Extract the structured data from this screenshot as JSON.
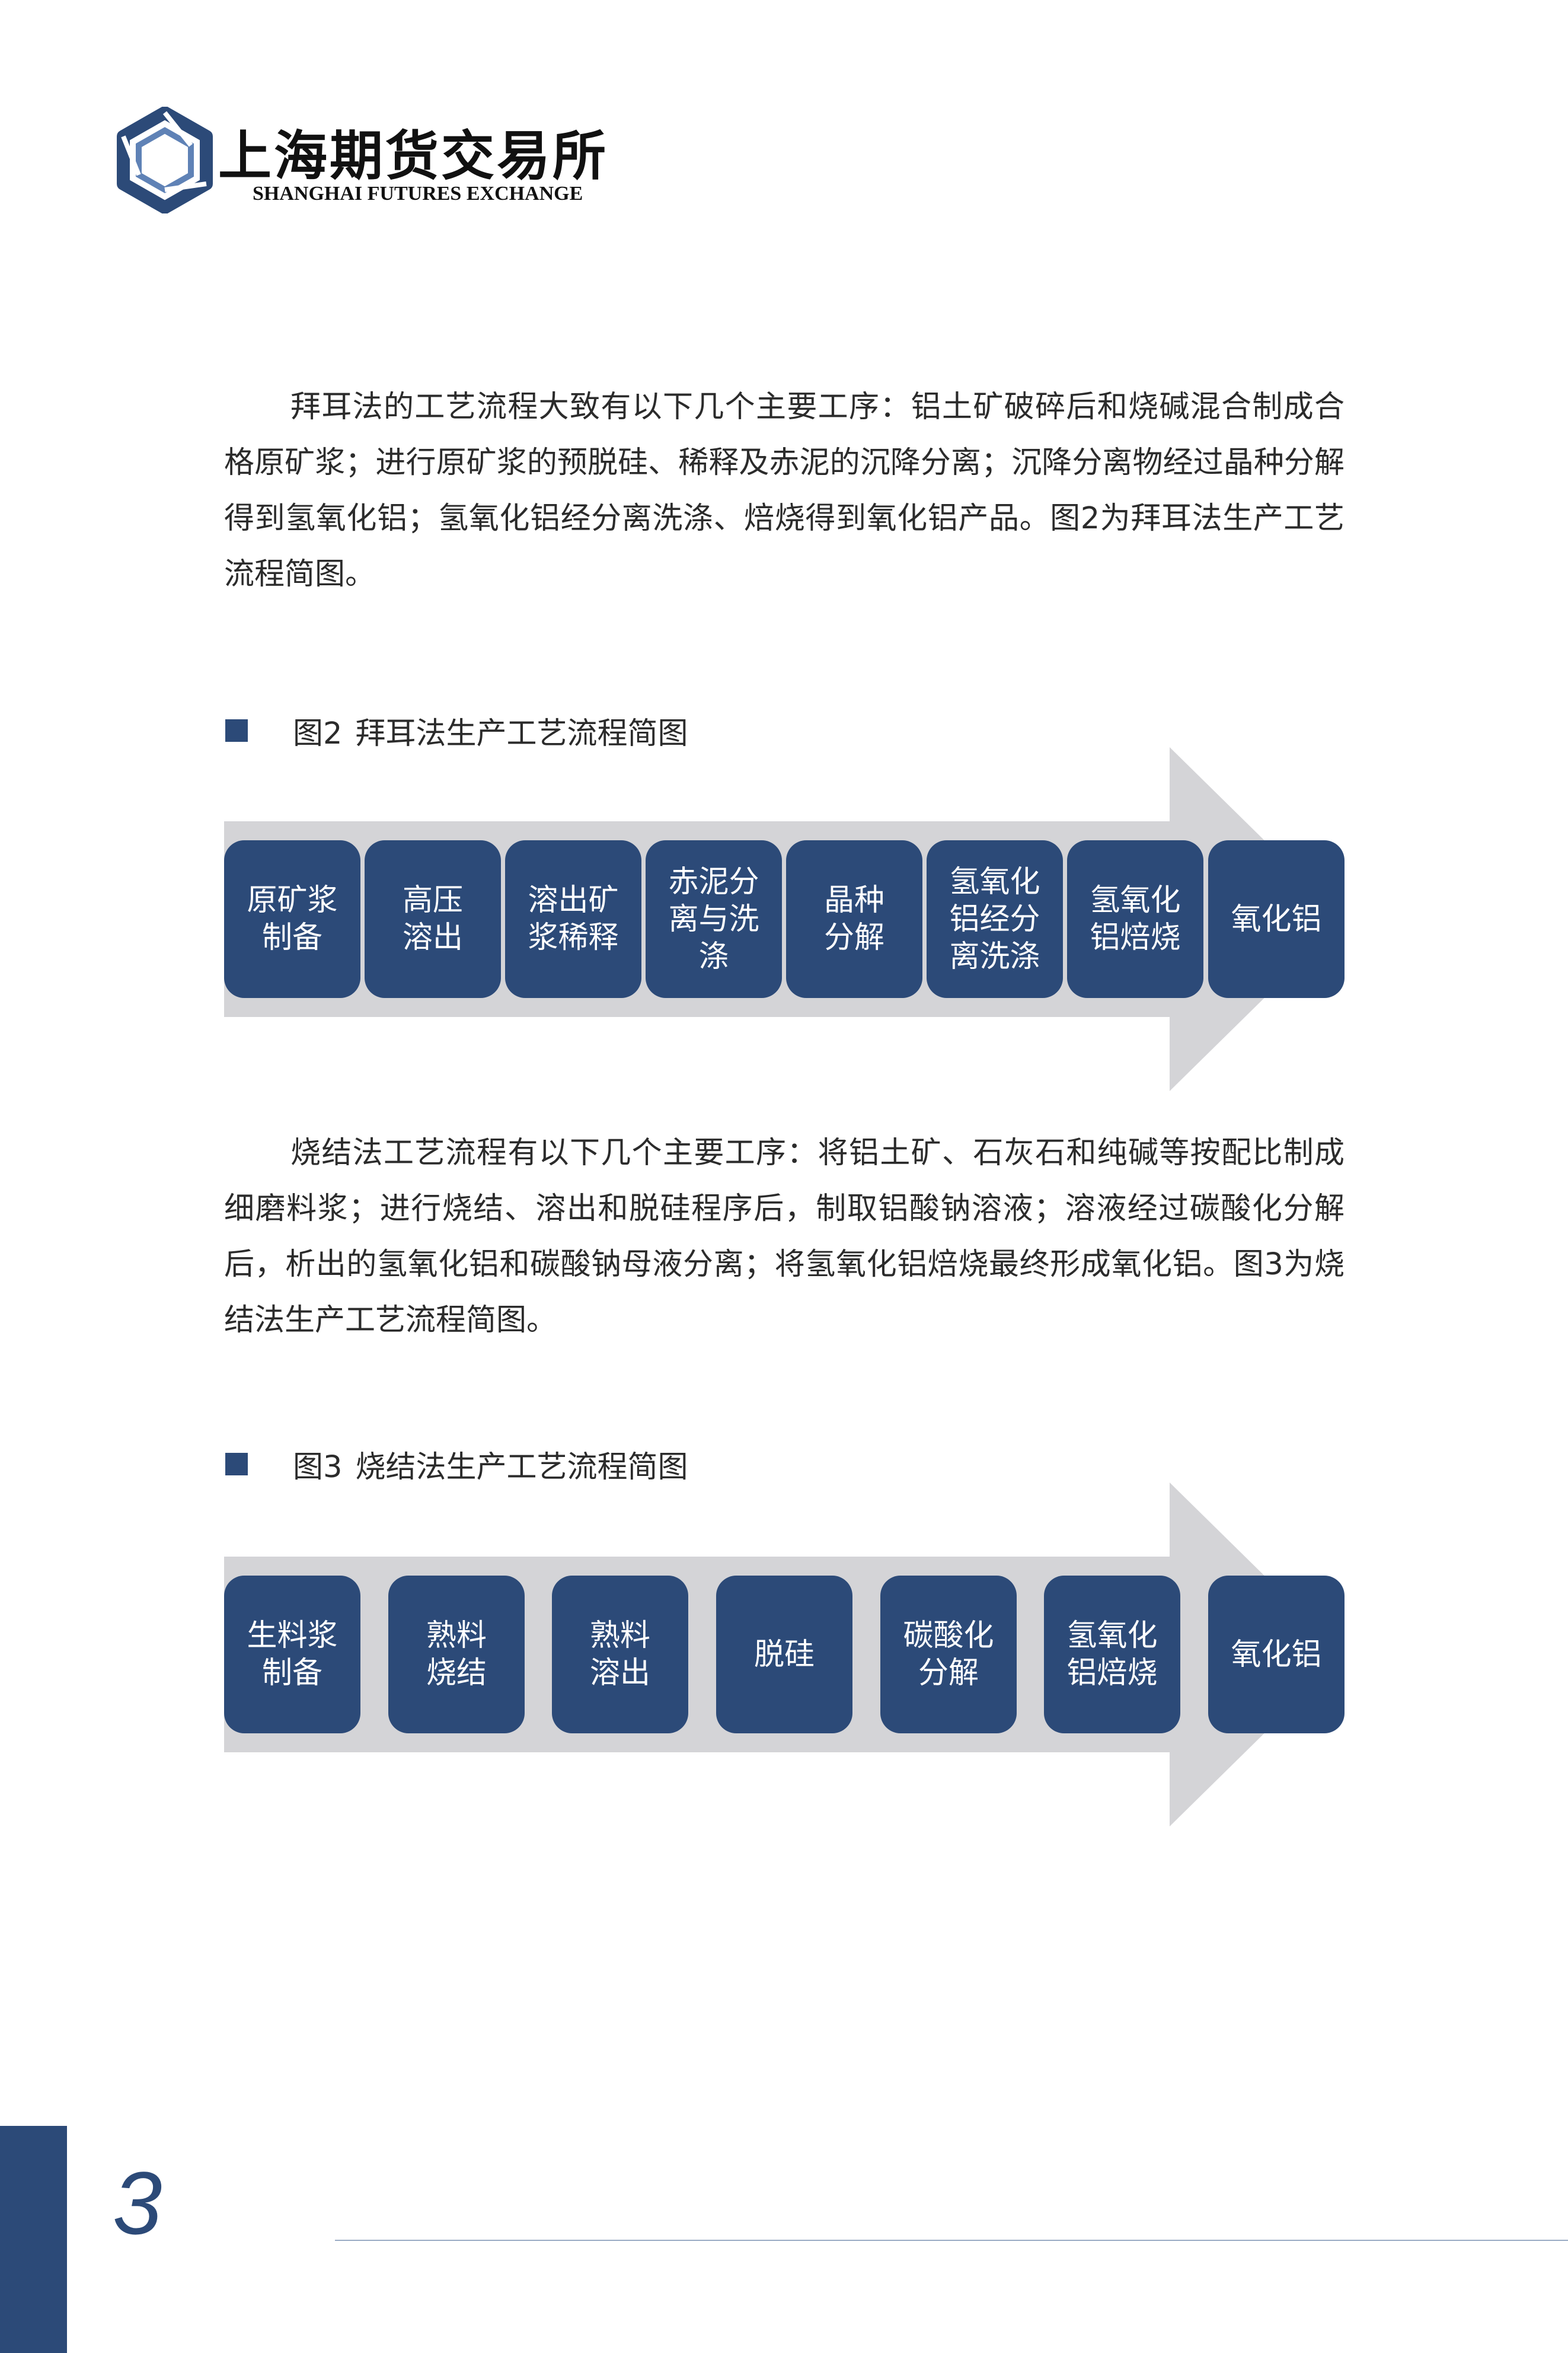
{
  "header": {
    "logo_cn": "上海期货交易所",
    "logo_en": "SHANGHAI FUTURES EXCHANGE"
  },
  "paragraphs": {
    "bayer": "拜耳法的工艺流程大致有以下几个主要工序：铝土矿破碎后和烧碱混合制成合格原矿浆；进行原矿浆的预脱硅、稀释及赤泥的沉降分离；沉降分离物经过晶种分解得到氢氧化铝；氢氧化铝经分离洗涤、焙烧得到氧化铝产品。图2为拜耳法生产工艺流程简图。",
    "sintering": "烧结法工艺流程有以下几个主要工序：将铝土矿、石灰石和纯碱等按配比制成细磨料浆；进行烧结、溶出和脱硅程序后，制取铝酸钠溶液；溶液经过碳酸化分解后，析出的氢氧化铝和碳酸钠母液分离；将氢氧化铝焙烧最终形成氧化铝。图3为烧结法生产工艺流程简图。"
  },
  "figure2": {
    "number": "图2",
    "title": "拜耳法生产工艺流程简图",
    "steps": [
      "原矿浆\n制备",
      "高压\n溶出",
      "溶出矿\n浆稀释",
      "赤泥分\n离与洗\n涤",
      "晶种\n分解",
      "氢氧化\n铝经分\n离洗涤",
      "氢氧化\n铝焙烧",
      "氧化铝"
    ]
  },
  "figure3": {
    "number": "图3",
    "title": "烧结法生产工艺流程简图",
    "steps": [
      "生料浆\n制备",
      "熟料\n烧结",
      "熟料\n溶出",
      "脱硅",
      "碳酸化\n分解",
      "氢氧化\n铝焙烧",
      "氧化铝"
    ]
  },
  "footer": {
    "page_number": "3"
  },
  "colors": {
    "primary": "#2c4a78",
    "arrow": "#d4d4d7"
  }
}
